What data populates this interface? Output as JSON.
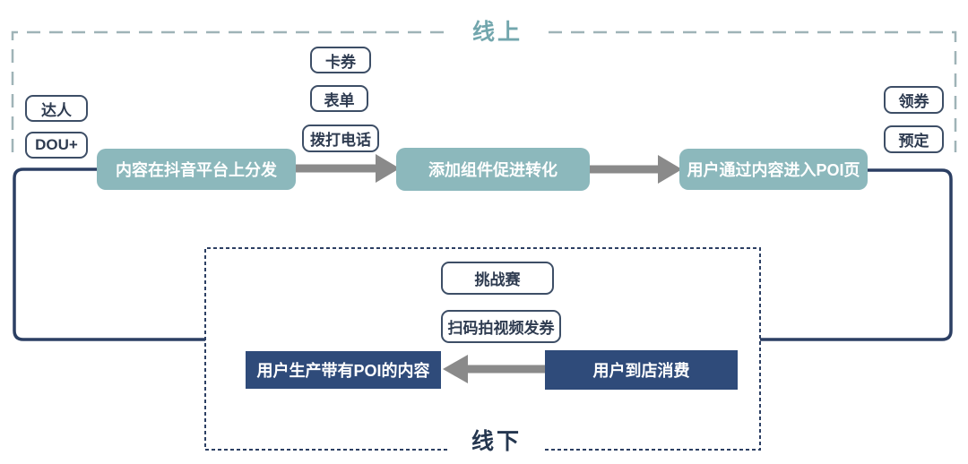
{
  "diagram": {
    "title_hint": "Douyin POI online/offline conversion loop",
    "online_zone": {
      "label": "线上"
    },
    "offline_zone": {
      "label": "线下"
    },
    "online": {
      "sources": [
        {
          "label": "达人"
        },
        {
          "label": "DOU+"
        }
      ],
      "components": [
        {
          "label": "卡券"
        },
        {
          "label": "表单"
        },
        {
          "label": "拨打电话"
        }
      ],
      "poi_actions": [
        {
          "label": "领券"
        },
        {
          "label": "预定"
        }
      ],
      "steps": [
        {
          "label": "内容在抖音平台上分发"
        },
        {
          "label": "添加组件促进转化"
        },
        {
          "label": "用户通过内容进入POI页"
        }
      ]
    },
    "offline": {
      "activities": [
        {
          "label": "挑战赛"
        },
        {
          "label": "扫码拍视频发券"
        }
      ],
      "steps": [
        {
          "label": "用户到店消费"
        },
        {
          "label": "用户生产带有POI的内容"
        }
      ]
    },
    "colors": {
      "step_teal_fill": "#8CB8BC",
      "step_navy_fill": "#2F4B7A",
      "loop_line": "#2C3F63",
      "arrow_gray": "#8A8A8A",
      "tag_border": "#3D4E66",
      "tag_text": "#2E3B50",
      "online_dash": "#9FB3B7",
      "online_label_text": "#72A6AD",
      "offline_dash": "#2C3F63",
      "offline_label_text": "#24364F",
      "step_text": "#FFFFFF"
    }
  }
}
